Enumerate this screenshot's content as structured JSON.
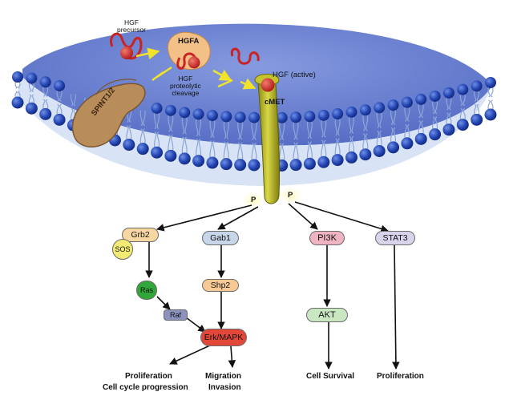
{
  "membrane": {
    "hgf_precursor": "HGF\nprecursor",
    "hgfa": "HGFA",
    "hgf_cleavage": "HGF\nproteolytic\ncleavage",
    "hgf_active": "HGF (active)",
    "cmet": "cMET",
    "spint": "SPINT1/2",
    "phospho_left": "P",
    "phospho_right": "P"
  },
  "nodes": {
    "grb2": "Grb2",
    "sos": "SOS",
    "ras": "Ras",
    "raf": "Raf",
    "erk": "Erk/MAPK",
    "gab1": "Gab1",
    "shp2": "Shp2",
    "pi3k": "PI3K",
    "akt": "AKT",
    "stat3": "STAT3"
  },
  "outcomes": {
    "prolif_cycle_1": "Proliferation",
    "prolif_cycle_2": "Cell cycle progression",
    "migration_1": "Migration",
    "migration_2": "Invasion",
    "survival": "Cell Survival",
    "proliferation": "Proliferation"
  },
  "colors": {
    "membrane_blue": "#2f4fb8",
    "cytoplasm": "#6f86d6",
    "cmet_olive": "#b0b21f",
    "hgf_red": "#d12a2a",
    "hgfa_orange": "#f3c187",
    "spint_brown": "#b98d5a",
    "grb2_fill": "#f7d8a3",
    "sos_fill": "#f2ea73",
    "ras_fill": "#33a63a",
    "raf_fill": "#8c91bd",
    "erk_fill": "#e2473a",
    "gab1_fill": "#c8d6ea",
    "shp2_fill": "#f7c994",
    "pi3k_fill": "#f0b3c2",
    "akt_fill": "#c9e8c2",
    "stat3_fill": "#d9d3ec"
  }
}
